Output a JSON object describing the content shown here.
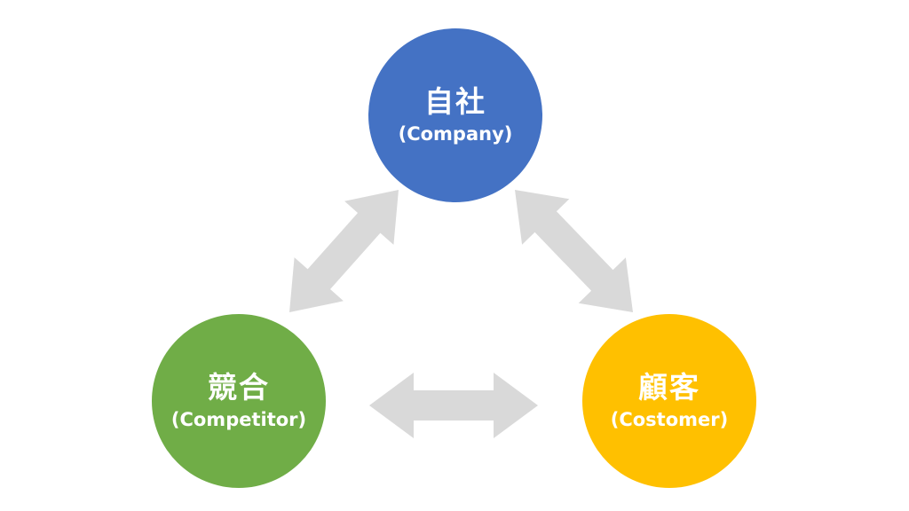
{
  "colors": {
    "company": "#4472c4",
    "competitor": "#70ad47",
    "customer": "#ffc000",
    "arrow": "#d9d9d9",
    "text": "#ffffff"
  },
  "nodes": {
    "company": {
      "title": "自社",
      "subtitle": "(Company)"
    },
    "competitor": {
      "title": "競合",
      "subtitle": "(Competitor)"
    },
    "customer": {
      "title": "顧客",
      "subtitle": "(Costomer)"
    }
  },
  "arrows": [
    {
      "from": "company",
      "to": "competitor",
      "type": "double-headed"
    },
    {
      "from": "company",
      "to": "customer",
      "type": "double-headed"
    },
    {
      "from": "competitor",
      "to": "customer",
      "type": "double-headed"
    }
  ]
}
